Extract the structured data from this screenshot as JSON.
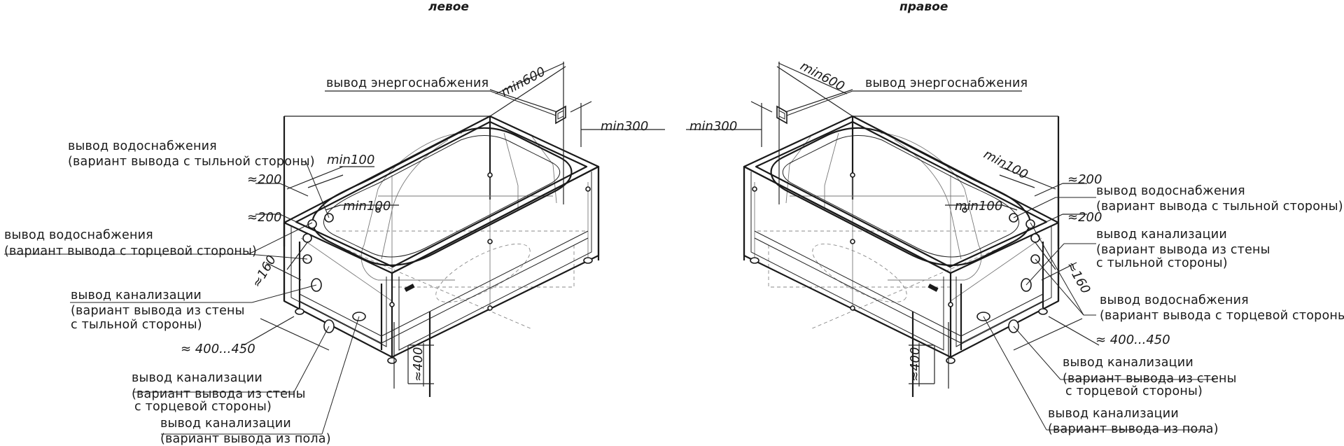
{
  "headings": {
    "left": "левое",
    "right": "правое"
  },
  "left": {
    "energy": "вывод энергоснабжения",
    "min600": "min600",
    "min300": "min300",
    "water_back_1": "вывод водоснабжения",
    "water_back_2": "(вариант вывода с тыльной стороны)",
    "min100_a": "min100",
    "min100_b": "min100",
    "d200_a": "≈200",
    "d200_b": "≈200",
    "water_end_1": "вывод водоснабжения",
    "water_end_2": "(вариант вывода с торцевой стороны)",
    "d160": "≈160",
    "sew_back_1": "вывод канализации",
    "sew_back_2": "(вариант вывода из стены",
    "sew_back_3": "с тыльной стороны)",
    "d400_450": "≈ 400...450",
    "d400": "≈400",
    "sew_end_1": "вывод канализации",
    "sew_end_2": "(вариант вывода из стены",
    "sew_end_3": "с торцевой стороны)",
    "sew_floor_1": "вывод канализации",
    "sew_floor_2": "(вариант вывода из пола)"
  },
  "right": {
    "energy": "вывод энергоснабжения",
    "min600": "min600",
    "min300": "min300",
    "min100_a": "min100",
    "min100_b": "min100",
    "d200_a": "≈200",
    "d200_b": "≈200",
    "water_back_1": "вывод водоснабжения",
    "water_back_2": "(вариант вывода с тыльной стороны)",
    "sew_back_1": "вывод канализации",
    "sew_back_2": "(вариант вывода из стены",
    "sew_back_3": "с тыльной стороны)",
    "d160": "≈160",
    "water_end_1": "вывод водоснабжения",
    "water_end_2": "(вариант вывода с торцевой стороны)",
    "d400_450": "≈ 400...450",
    "d400": "≈400",
    "sew_end_1": "вывод канализации",
    "sew_end_2": "(вариант вывода из стены",
    "sew_end_3": "с торцевой стороны)",
    "sew_floor_1": "вывод канализации",
    "sew_floor_2": "(вариант вывода из пола)"
  },
  "colors": {
    "line": "#1a1a1a",
    "background": "#ffffff"
  }
}
